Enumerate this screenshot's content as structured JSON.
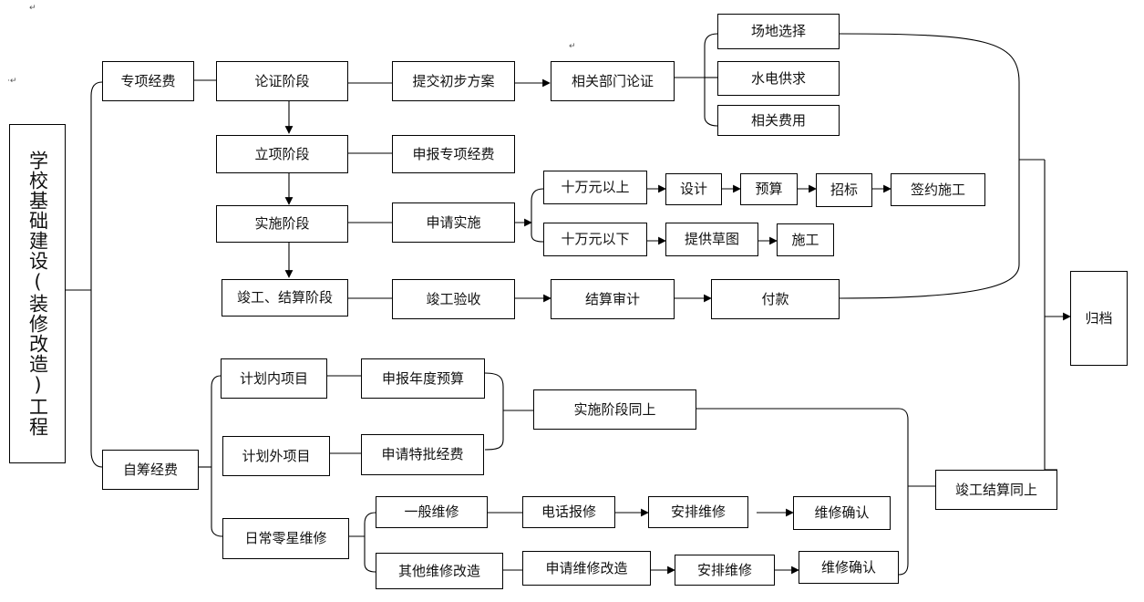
{
  "project_title": "学校基础建设(装修改造)工程",
  "funding": {
    "special": "专项经费",
    "self_raised": "自筹经费"
  },
  "special_track": {
    "demonstration_stage": "论证阶段",
    "submit_plan": "提交初步方案",
    "dept_review": "相关部门论证",
    "site_selection": "场地选择",
    "utilities": "水电供求",
    "related_costs": "相关费用",
    "approval_stage": "立项阶段",
    "apply_special_funds": "申报专项经费",
    "implementation_stage": "实施阶段",
    "apply_implementation": "申请实施",
    "over_100k": "十万元以上",
    "under_100k": "十万元以下",
    "design": "设计",
    "budget": "预算",
    "tender": "招标",
    "sign_construct": "签约施工",
    "provide_sketch": "提供草图",
    "construct": "施工",
    "completion_settlement_stage": "竣工、结算阶段",
    "completion_acceptance": "竣工验收",
    "settlement_audit": "结算审计",
    "payment": "付款"
  },
  "self_track": {
    "planned_project": "计划内项目",
    "apply_annual_budget": "申报年度预算",
    "unplanned_project": "计划外项目",
    "apply_special_approval": "申请特批经费",
    "same_as_implementation": "实施阶段同上",
    "daily_repairs": "日常零星维修",
    "general_repair": "一般维修",
    "phone_report": "电话报修",
    "arrange_repair_1": "安排维修",
    "confirm_repair_1": "维修确认",
    "other_repairs": "其他维修改造",
    "apply_repair_renovation": "申请维修改造",
    "arrange_repair_2": "安排维修",
    "confirm_repair_2": "维修确认",
    "same_as_completion": "竣工结算同上"
  },
  "archive": "归档",
  "colors": {
    "line": "#000000",
    "box_border": "#000000",
    "background": "#ffffff"
  }
}
